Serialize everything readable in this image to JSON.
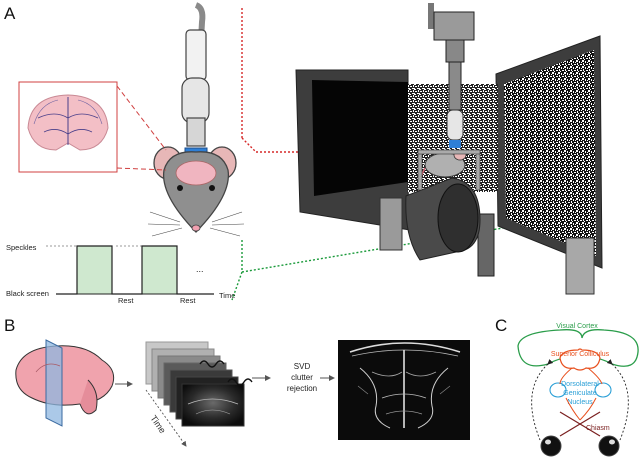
{
  "panels": {
    "a": "A",
    "b": "B",
    "c": "C"
  },
  "timeline": {
    "y_top": "Speckles",
    "y_bottom": "Black screen",
    "rest_1": "Rest",
    "rest_2": "Rest",
    "ellipsis": "...",
    "x_label": "Time"
  },
  "pipeline": {
    "axis_label": "Time",
    "step_line1": "SVD",
    "step_line2": "clutter",
    "step_line3": "rejection"
  },
  "pathway": {
    "visual_cortex": "Visual Cortex",
    "superior_colliculus": "Superior Colliculus",
    "dlgn_line1": "Dorsolateral",
    "dlgn_line2": "Geniculate",
    "dlgn_line3": "Nucleus",
    "chiasm": "Chiasm"
  },
  "colors": {
    "visual_cortex": "#2a9d4a",
    "superior_colliculus": "#e8501e",
    "dlgn": "#2a9fd6",
    "chiasm": "#7a1f1f",
    "brain_pink": "#f0a3ad",
    "stimulus_green": "#cfe8cf",
    "red_dotted": "#d62828",
    "green_dotted": "#1a9a3a"
  }
}
